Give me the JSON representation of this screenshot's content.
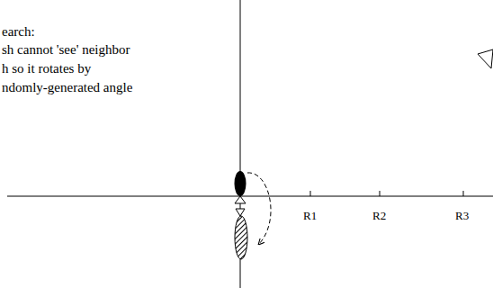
{
  "diagram": {
    "labels": [
      "earch:",
      "sh cannot 'see' neighbor",
      "h so it rotates by",
      "ndomly-generated angle",
      "R1",
      "R2",
      "R3"
    ]
  }
}
